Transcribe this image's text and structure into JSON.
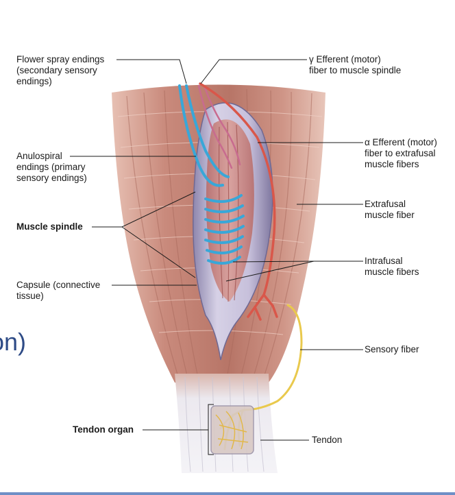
{
  "labels": {
    "flower_spray": [
      "Flower spray endings",
      "(secondary sensory",
      "endings)"
    ],
    "gamma_efferent": [
      "γ Efferent (motor)",
      "fiber to muscle spindle"
    ],
    "alpha_efferent": [
      "α Efferent (motor)",
      "fiber to extrafusal",
      "muscle fibers"
    ],
    "anulospiral": [
      "Anulospiral",
      "endings (primary",
      "sensory endings)"
    ],
    "extrafusal": [
      "Extrafusal",
      "muscle fiber"
    ],
    "muscle_spindle": "Muscle spindle",
    "intrafusal": [
      "Intrafusal",
      "muscle fibers"
    ],
    "capsule": [
      "Capsule (connective",
      "tissue)"
    ],
    "sensory_fiber": "Sensory fiber",
    "tendon_organ": "Tendon organ",
    "tendon": "Tendon"
  },
  "clipped_text": "on)",
  "colors": {
    "muscle": "#c98a7c",
    "muscle_dark": "#a9695c",
    "spindle": "#b9b3cf",
    "sensory_blue": "#39a7d8",
    "motor_red": "#d9574a",
    "sensory_yellow": "#e9c94d",
    "tendon": "#ece9ef",
    "title_blue": "#2e4b86"
  }
}
